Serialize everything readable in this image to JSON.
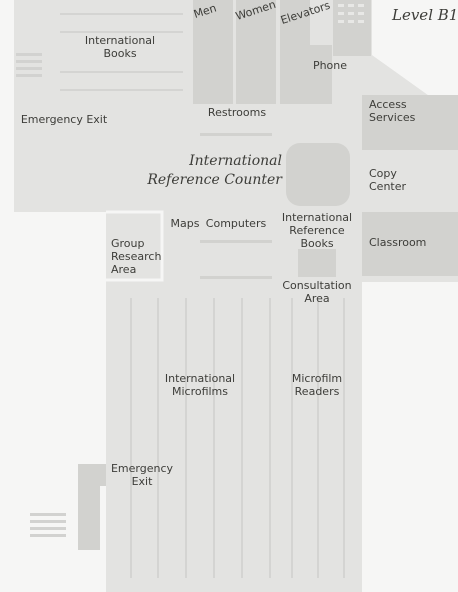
{
  "level": "Level B1",
  "rooms": {
    "international_books": "International\nBooks",
    "men": "Men",
    "women": "Women",
    "elevators": "Elevators",
    "phone": "Phone",
    "restrooms": "Restrooms",
    "emergency_exit_top": "Emergency Exit",
    "access_services": "Access\nServices",
    "reference_counter": "International\nReference Counter",
    "copy_center": "Copy\nCenter",
    "maps": "Maps",
    "computers": "Computers",
    "international_reference_books": "International\nReference\nBooks",
    "group_research_area": "Group\nResearch\nArea",
    "classroom": "Classroom",
    "consultation_area": "Consultation\nArea",
    "international_microfilms": "International\nMicrofilms",
    "microfilm_readers": "Microfilm\nReaders",
    "emergency_exit_bottom": "Emergency\nExit"
  }
}
